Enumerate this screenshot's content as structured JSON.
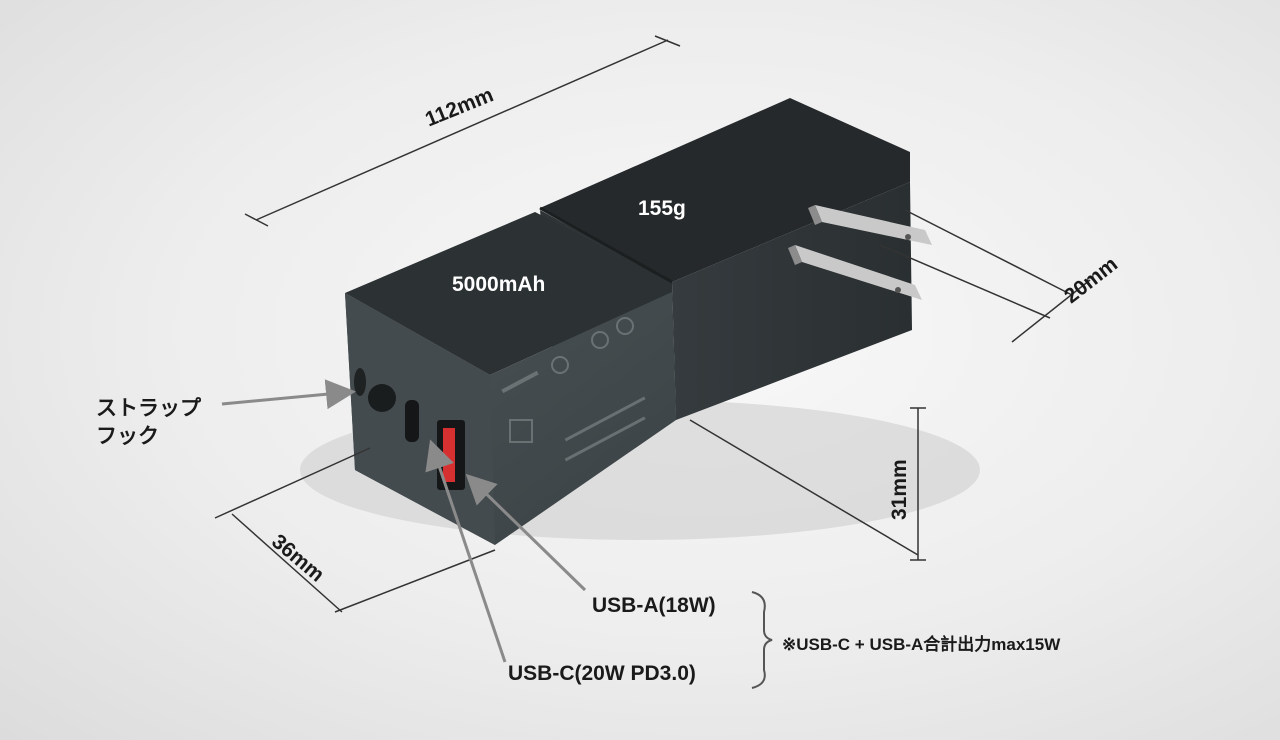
{
  "labels": {
    "length": "112mm",
    "weight": "155g",
    "capacity": "5000mAh",
    "thickness": "20mm",
    "height": "31mm",
    "width": "36mm",
    "strap_hook_line1": "ストラップ",
    "strap_hook_line2": "フック",
    "usb_a": "USB-A(18W)",
    "usb_c": "USB-C(20W PD3.0)",
    "combined_note": "※USB-C + USB-A合計出力max15W"
  },
  "colors": {
    "body_top": "#2b2f31",
    "body_side": "#3a4144",
    "body_front": "#454d50",
    "prong": "#c9c9c9",
    "usb_a_port": "#d63030",
    "dimension_line": "#333333",
    "pointer_arrow": "#8a8a8a"
  }
}
